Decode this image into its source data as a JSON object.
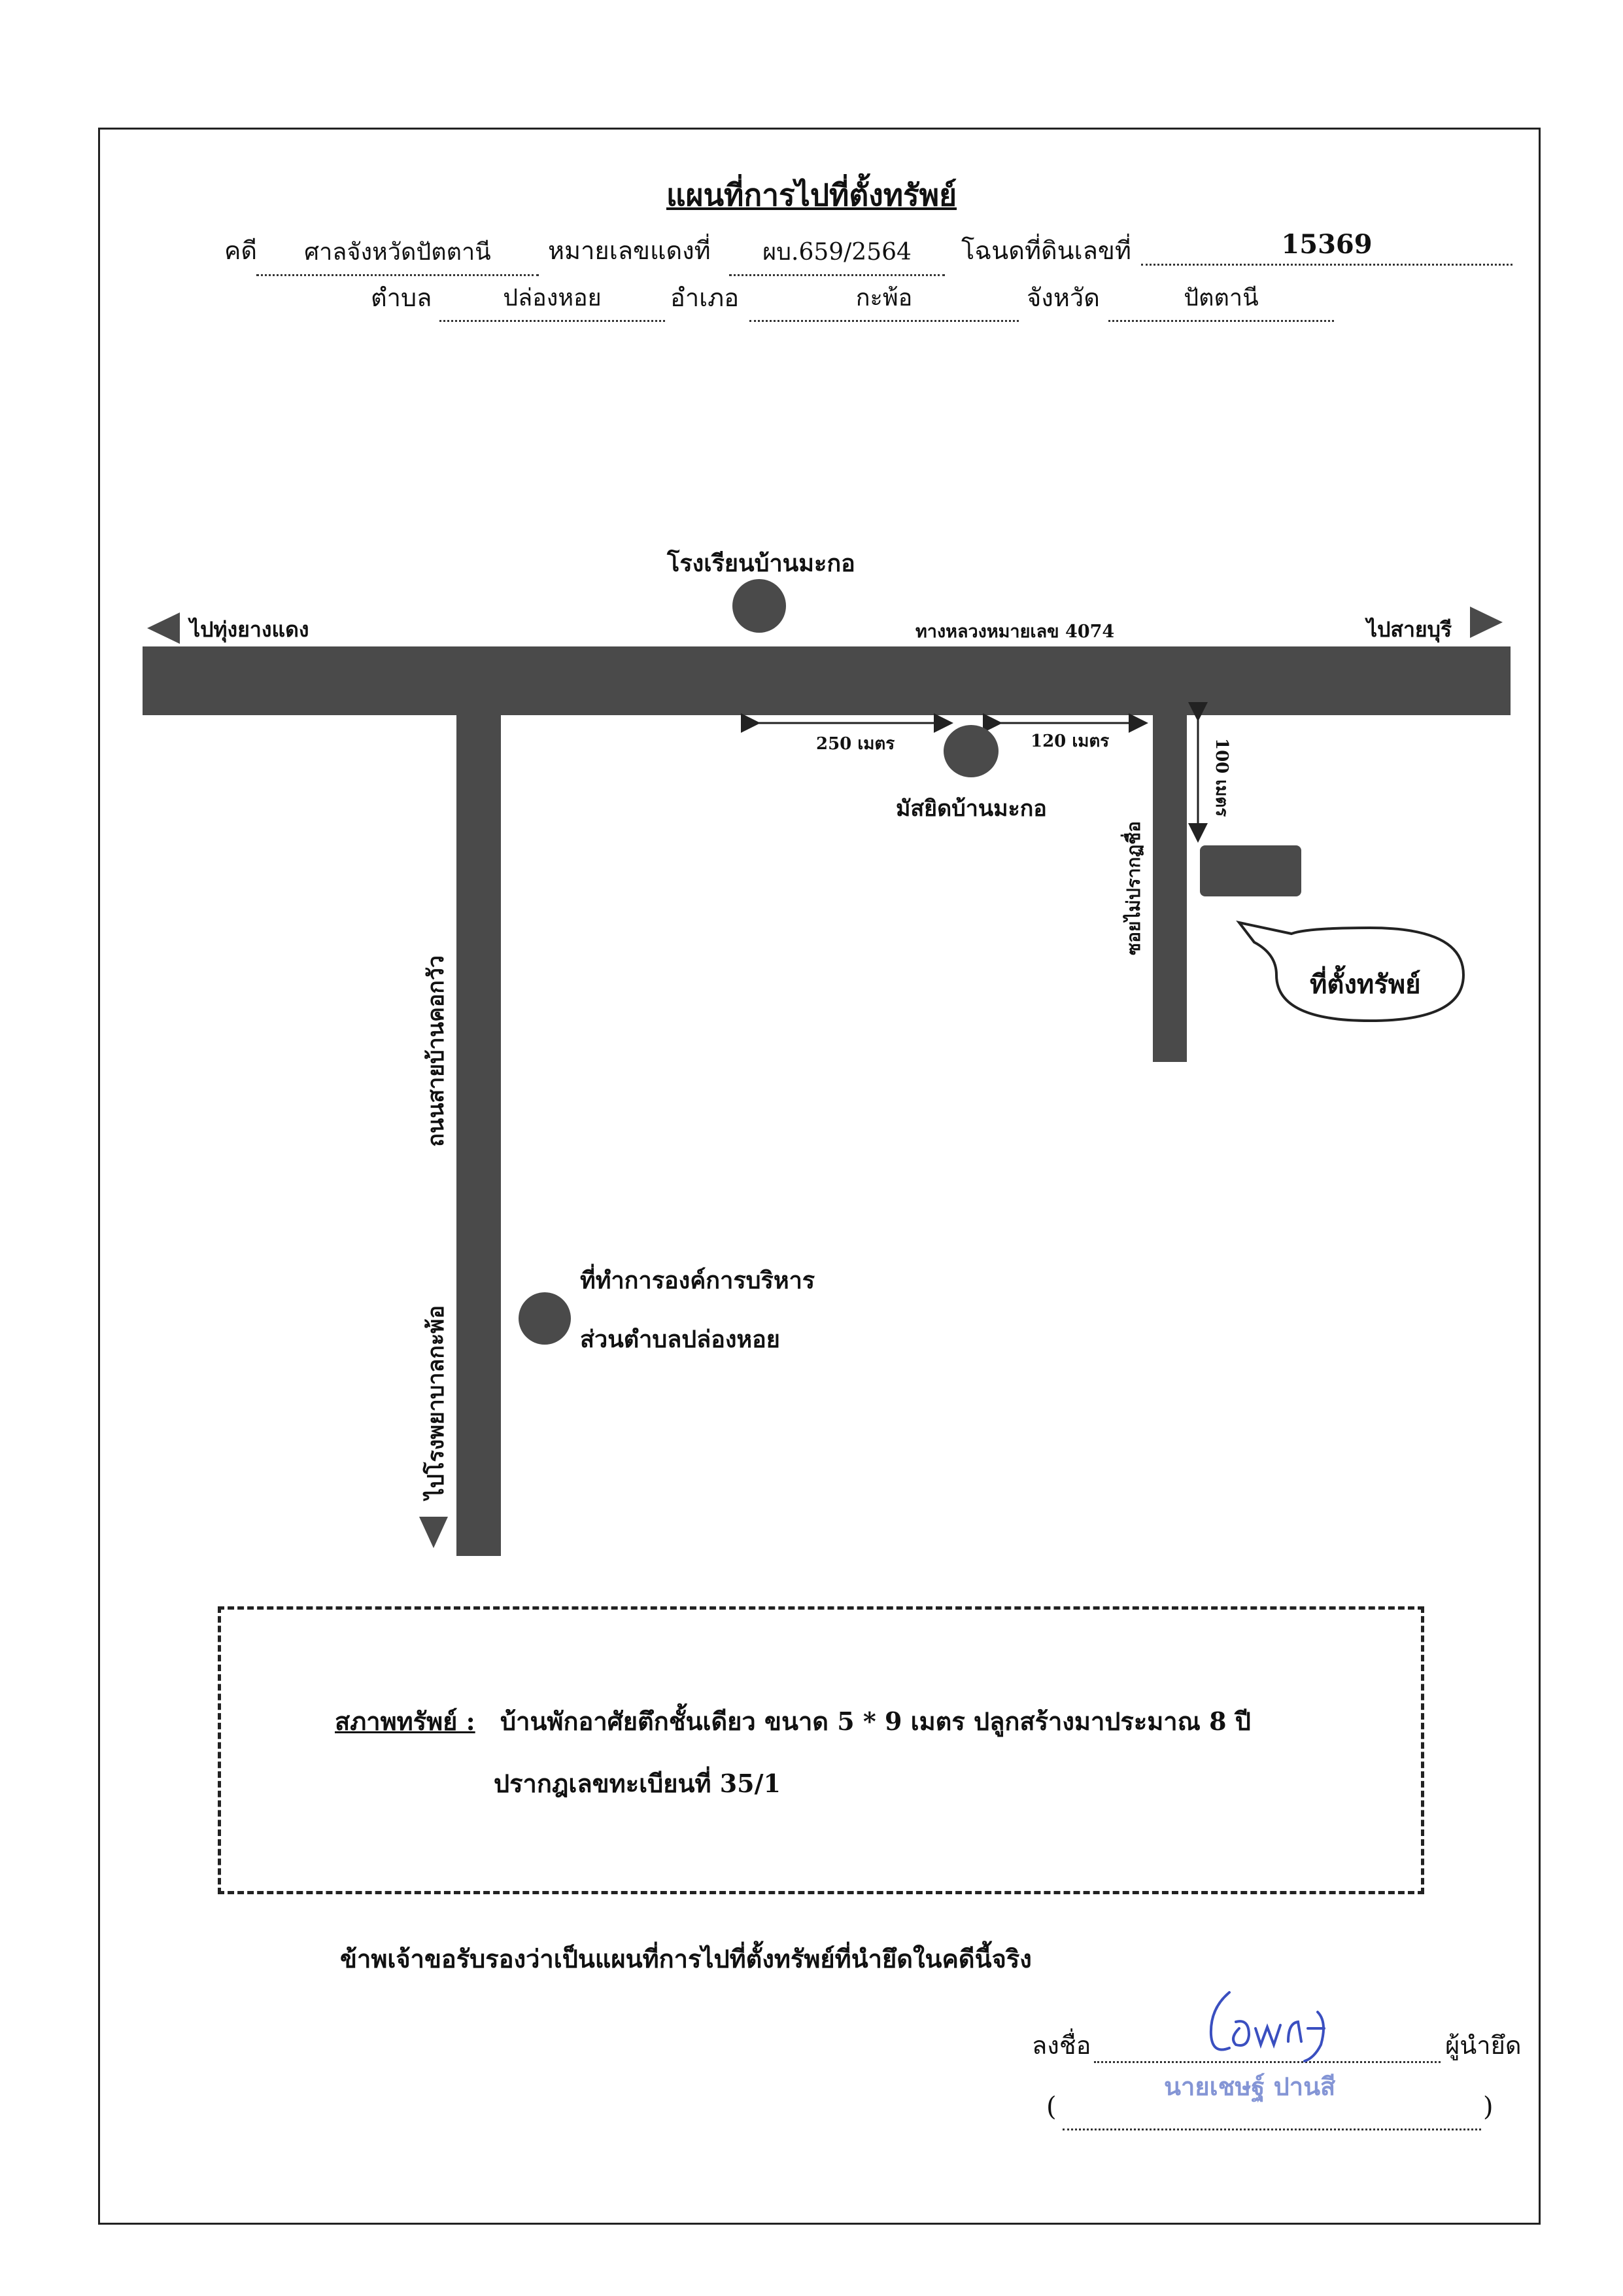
{
  "header": {
    "title": "แผนที่การไปที่ตั้งทรัพย์",
    "case_label": "คดี",
    "case_value": "ศาลจังหวัดปัตตานี",
    "red_number_label": "หมายเลขแดงที่",
    "red_number_value": "ผบ.659/2564",
    "deed_label": "โฉนดที่ดินเลขที่",
    "deed_value": "15369",
    "subdistrict_label": "ตำบล",
    "subdistrict_value": "ปล่องหอย",
    "district_label": "อำเภอ",
    "district_value": "กะพ้อ",
    "province_label": "จังหวัด",
    "province_value": "ปัตตานี"
  },
  "map": {
    "school": "โรงเรียนบ้านมะกอ",
    "to_left": "ไปทุ่งยางแดง",
    "to_right": "ไปสายบุรี",
    "highway": "ทางหลวงหมายเลข 4074",
    "dist_250": "250 เมตร",
    "dist_120": "120 เมตร",
    "dist_100": "100 เมตร",
    "mosque": "มัสยิดบ้านมะกอ",
    "soi": "ซอยไม่ปรากฏชื่อ",
    "property": "ที่ตั้งทรัพย์",
    "side_road": "ถนนสายบ้านคอกวัว",
    "to_hospital": "ไปโรงพยาบาลกะพ้อ",
    "tao_line1": "ที่ทำการองค์การบริหาร",
    "tao_line2": "ส่วนตำบลปล่องหอย"
  },
  "status": {
    "label": "สภาพทรัพย์ :",
    "line1": "บ้านพักอาศัยตึกชั้นเดียว  ขนาด 5 * 9 เมตร  ปลูกสร้างมาประมาณ 8 ปี",
    "line2": "ปรากฎเลขทะเบียนที่ 35/1"
  },
  "certify": "ข้าพเจ้าขอรับรองว่าเป็นแผนที่การไปที่ตั้งทรัพย์ที่นำยึดในคดีนี้จริง",
  "signature": {
    "sign_label": "ลงชื่อ",
    "role": "ผู้นำยึด",
    "name_stamp": "นายเชษฐ์ ปานสี",
    "open_paren": "(",
    "close_paren": ")"
  }
}
